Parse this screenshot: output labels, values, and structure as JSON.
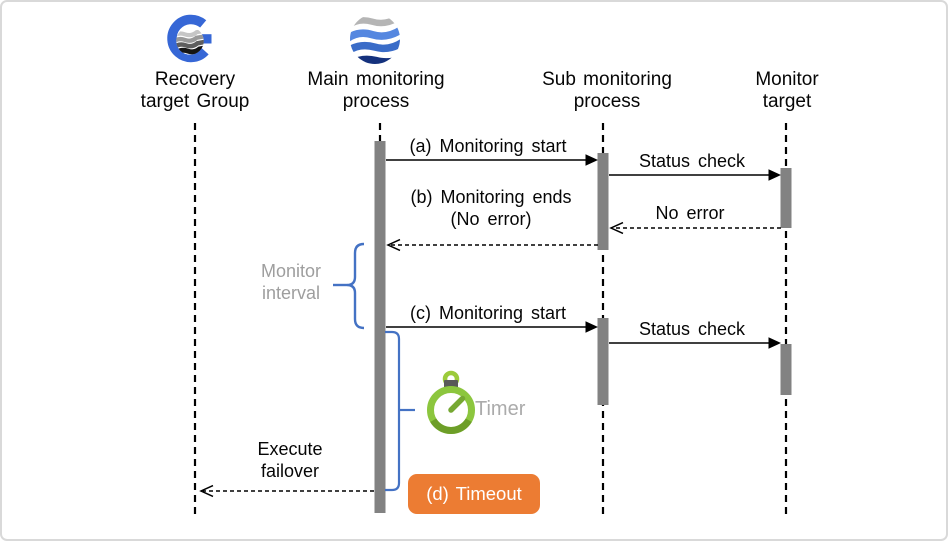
{
  "diagram": {
    "actors": [
      {
        "line1": "Recovery",
        "line2": "target Group"
      },
      {
        "line1": "Main monitoring",
        "line2": "process"
      },
      {
        "line1": "Sub monitoring",
        "line2": "process"
      },
      {
        "line1": "Monitor",
        "line2": "target"
      }
    ],
    "messages": {
      "a": "(a) Monitoring start",
      "status_check_1": "Status check",
      "no_error": "No error",
      "b_line1": "(b) Monitoring ends",
      "b_line2": "(No error)",
      "c": "(c) Monitoring start",
      "status_check_2": "Status check",
      "failover_line1": "Execute",
      "failover_line2": "failover"
    },
    "annotations": {
      "interval_line1": "Monitor",
      "interval_line2": "interval",
      "timer": "Timer",
      "timeout": "(d) Timeout"
    },
    "icons": {
      "recovery_group_logo": "g-globe-logo-icon",
      "main_monitoring_logo": "wave-sphere-logo-icon",
      "timer": "stopwatch-icon"
    },
    "colors": {
      "accent_blue": "#4472C4",
      "timeout_orange": "#EC7C33",
      "activation_bar_gray": "#828282",
      "muted_gray_text": "#9E9E9E",
      "timer_green": "#8CC63E",
      "logo_blue": "#3667D6",
      "logo_navy": "#14317D"
    }
  }
}
